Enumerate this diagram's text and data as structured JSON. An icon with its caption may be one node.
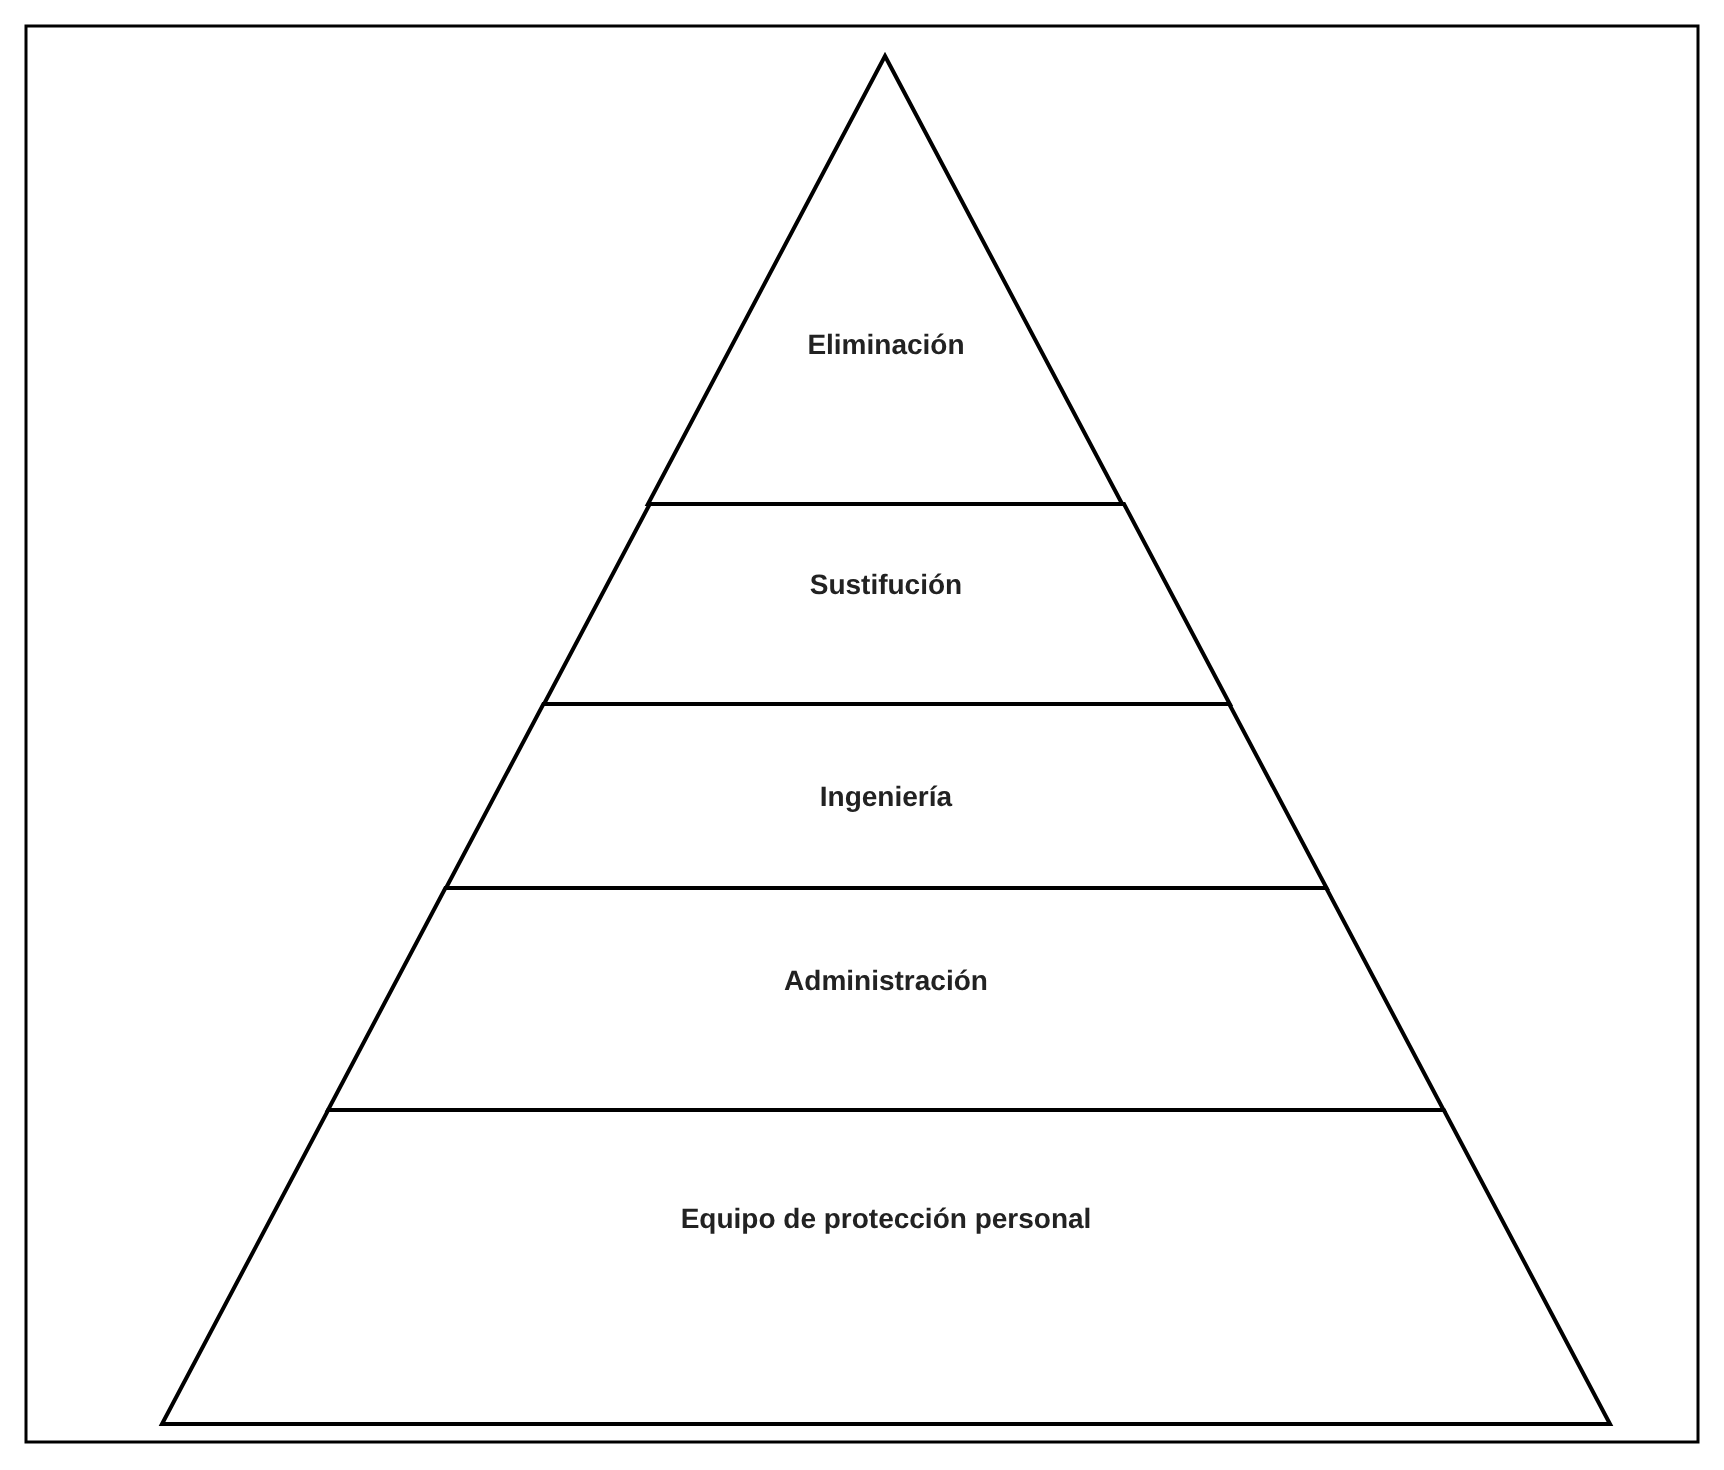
{
  "diagram": {
    "nodes": [
      {
        "text": [
          "Eliminación"
        ]
      },
      {
        "text": [
          "Sustifución"
        ]
      },
      {
        "text": [
          "Ingeniería"
        ]
      },
      {
        "text": [
          "Administración"
        ]
      },
      {
        "text": [
          "Equipo de protección personal"
        ]
      }
    ]
  }
}
